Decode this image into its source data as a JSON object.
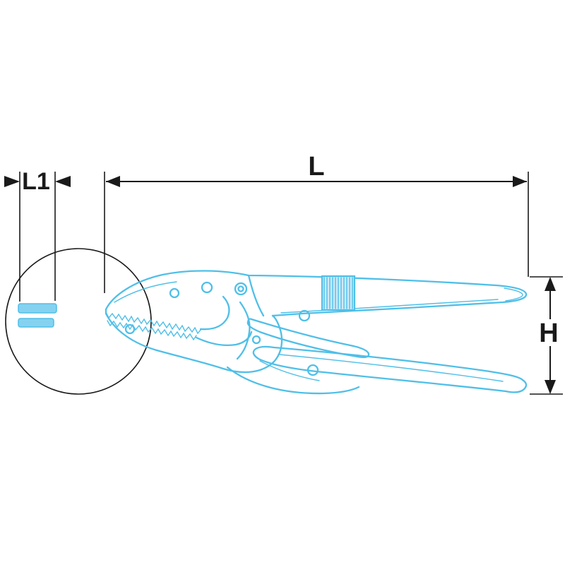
{
  "diagram": {
    "labels": {
      "l1": "L1",
      "l": "L",
      "h": "H"
    },
    "colors": {
      "dimension": "#1a1a1a",
      "tool_line": "#4FBFE8",
      "tool_fill_light": "#cdeaf7",
      "bar_fill": "#85d2f0",
      "background": "#ffffff"
    }
  }
}
